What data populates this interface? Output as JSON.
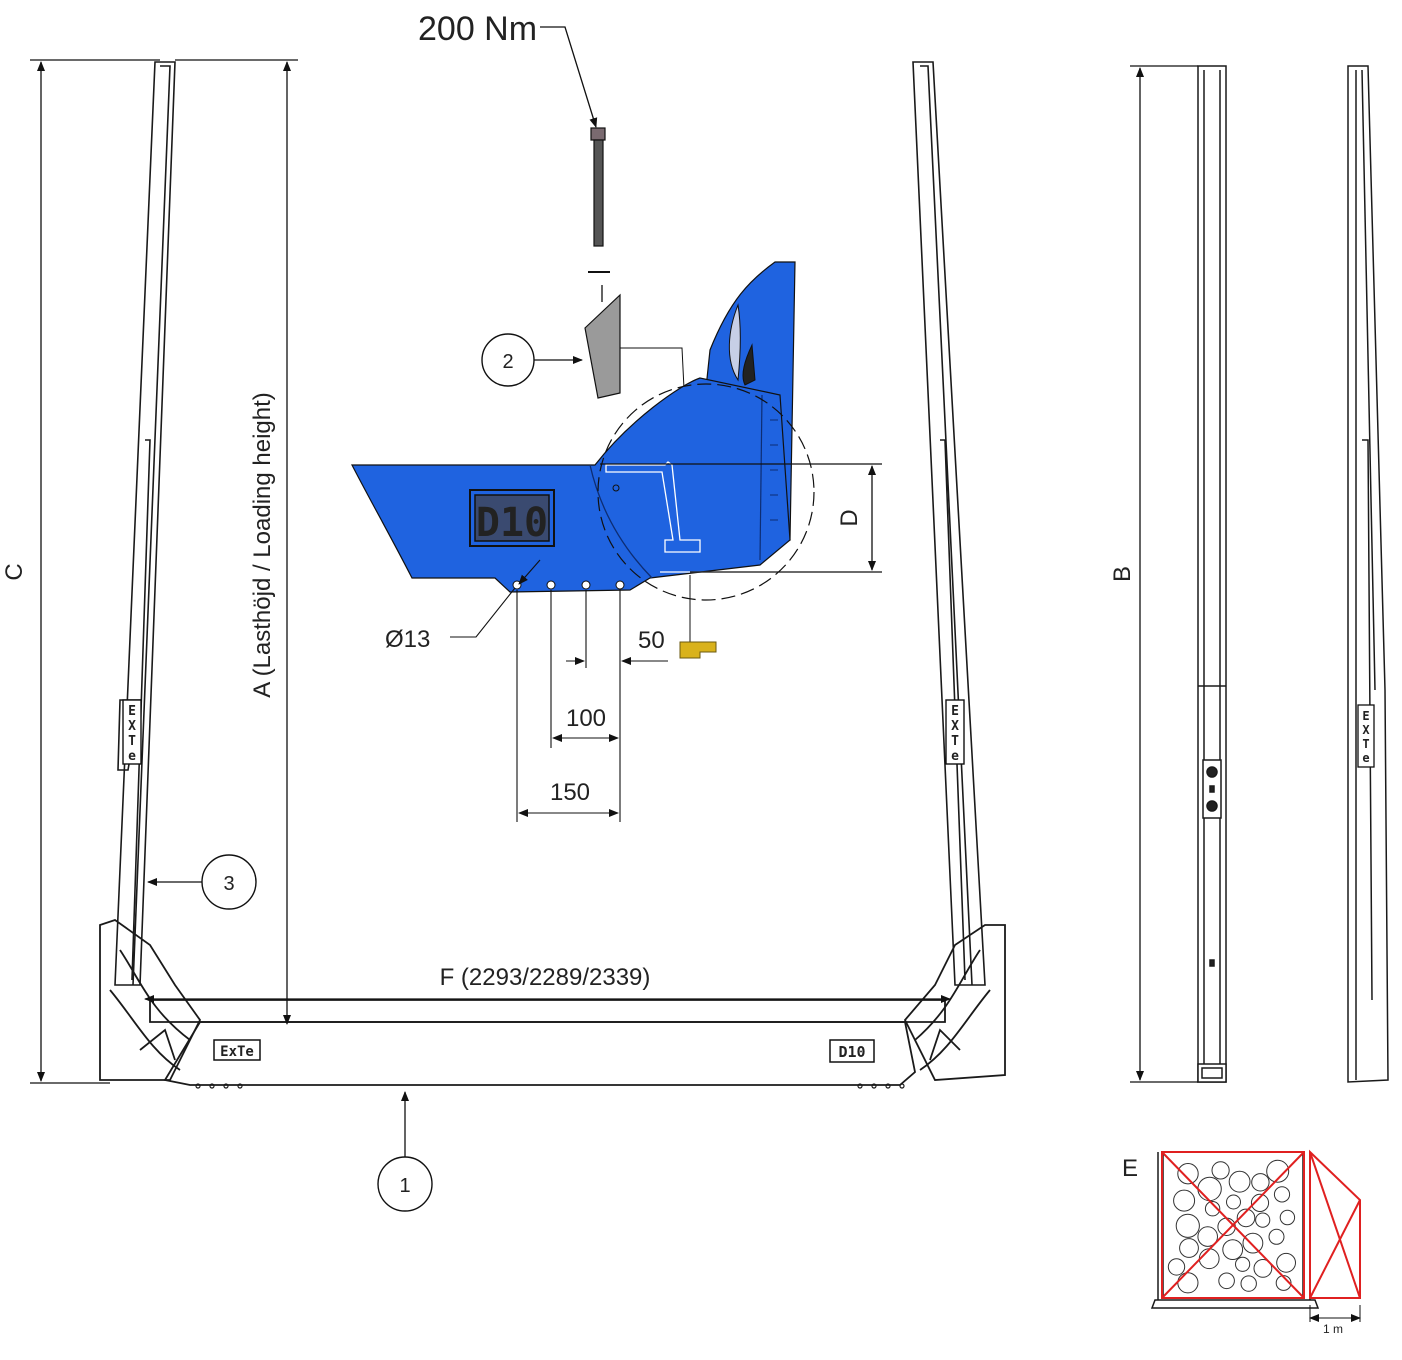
{
  "torque_label": "200 Nm",
  "dimensions": {
    "A": "A (Lasthöjd / Loading height)",
    "B": "B",
    "C": "C",
    "D": "D",
    "E": "E",
    "F": "F (2293/2289/2339)"
  },
  "measurements": {
    "hole_diameter": "Ø13",
    "spacing_50": "50",
    "spacing_100": "100",
    "spacing_150": "150"
  },
  "callouts": [
    "1",
    "2",
    "3"
  ],
  "logos": {
    "model": "D10",
    "brand": "ExTe",
    "brand_vertical": [
      "E",
      "X",
      "T",
      "e"
    ]
  },
  "scale_label": "1 m",
  "colors": {
    "stake_blue": "#1f63e0",
    "stake_blue_dark": "#1548b0",
    "line": "#1a1a1a",
    "red_cross": "#e02020",
    "bolt": "#555555",
    "wedge": "#9a9a9a",
    "yellow_part": "#d9b21c"
  }
}
